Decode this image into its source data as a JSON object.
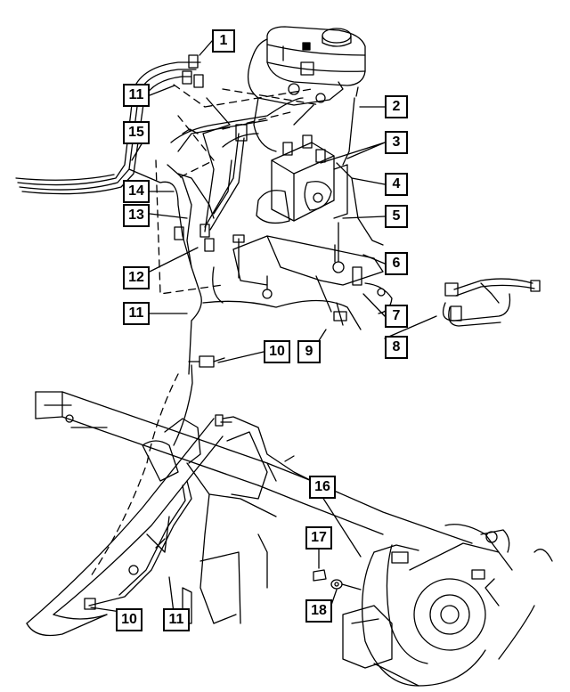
{
  "callouts": [
    {
      "id": "c1a",
      "label": "1"
    },
    {
      "id": "c2",
      "label": "2"
    },
    {
      "id": "c3",
      "label": "3"
    },
    {
      "id": "c4",
      "label": "4"
    },
    {
      "id": "c5",
      "label": "5"
    },
    {
      "id": "c6",
      "label": "6"
    },
    {
      "id": "c7",
      "label": "7"
    },
    {
      "id": "c8",
      "label": "8"
    },
    {
      "id": "c9",
      "label": "9"
    },
    {
      "id": "c10a",
      "label": "10"
    },
    {
      "id": "c10b",
      "label": "10"
    },
    {
      "id": "c11a",
      "label": "11"
    },
    {
      "id": "c11b",
      "label": "11"
    },
    {
      "id": "c11c",
      "label": "11"
    },
    {
      "id": "c12",
      "label": "12"
    },
    {
      "id": "c13",
      "label": "13"
    },
    {
      "id": "c14",
      "label": "14"
    },
    {
      "id": "c15",
      "label": "15"
    },
    {
      "id": "c16",
      "label": "16"
    },
    {
      "id": "c17",
      "label": "17"
    },
    {
      "id": "c18",
      "label": "18"
    }
  ]
}
